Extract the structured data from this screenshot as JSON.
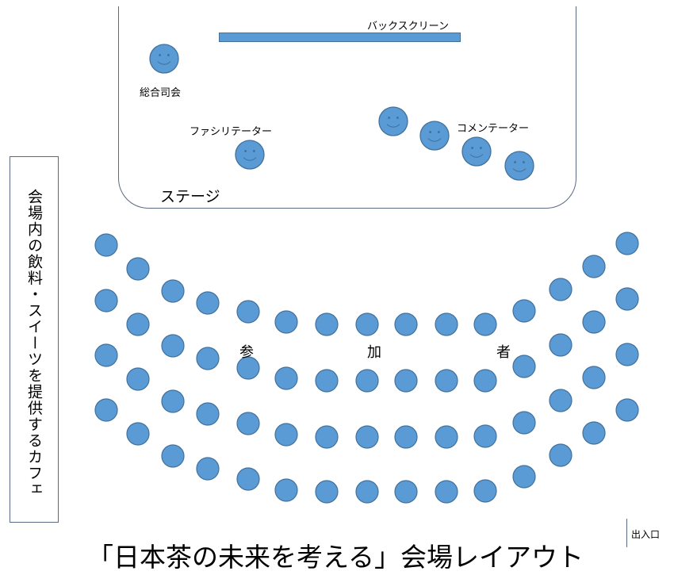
{
  "stage": {
    "label": "ステージ",
    "backscreen_label": "バックスクリーン",
    "mc_label": "総合司会",
    "facilitator_label": "ファシリテーター",
    "commentator_label": "コメンテーター"
  },
  "audience": {
    "labels": [
      "参",
      "加",
      "者"
    ]
  },
  "cafe": {
    "label": "会場内の飲料・スイーツを提供するカフェ"
  },
  "exit_label": "出入口",
  "title": "「日本茶の未来を考える」会場レイアウト",
  "colors": {
    "seat_fill": "#5b9bd5",
    "seat_stroke": "#41719c",
    "backscreen_fill": "#5b9bd5",
    "border": "#5a6a80"
  },
  "icons": {
    "person": "smiley-face-icon",
    "seat": "circle-seat-icon"
  }
}
